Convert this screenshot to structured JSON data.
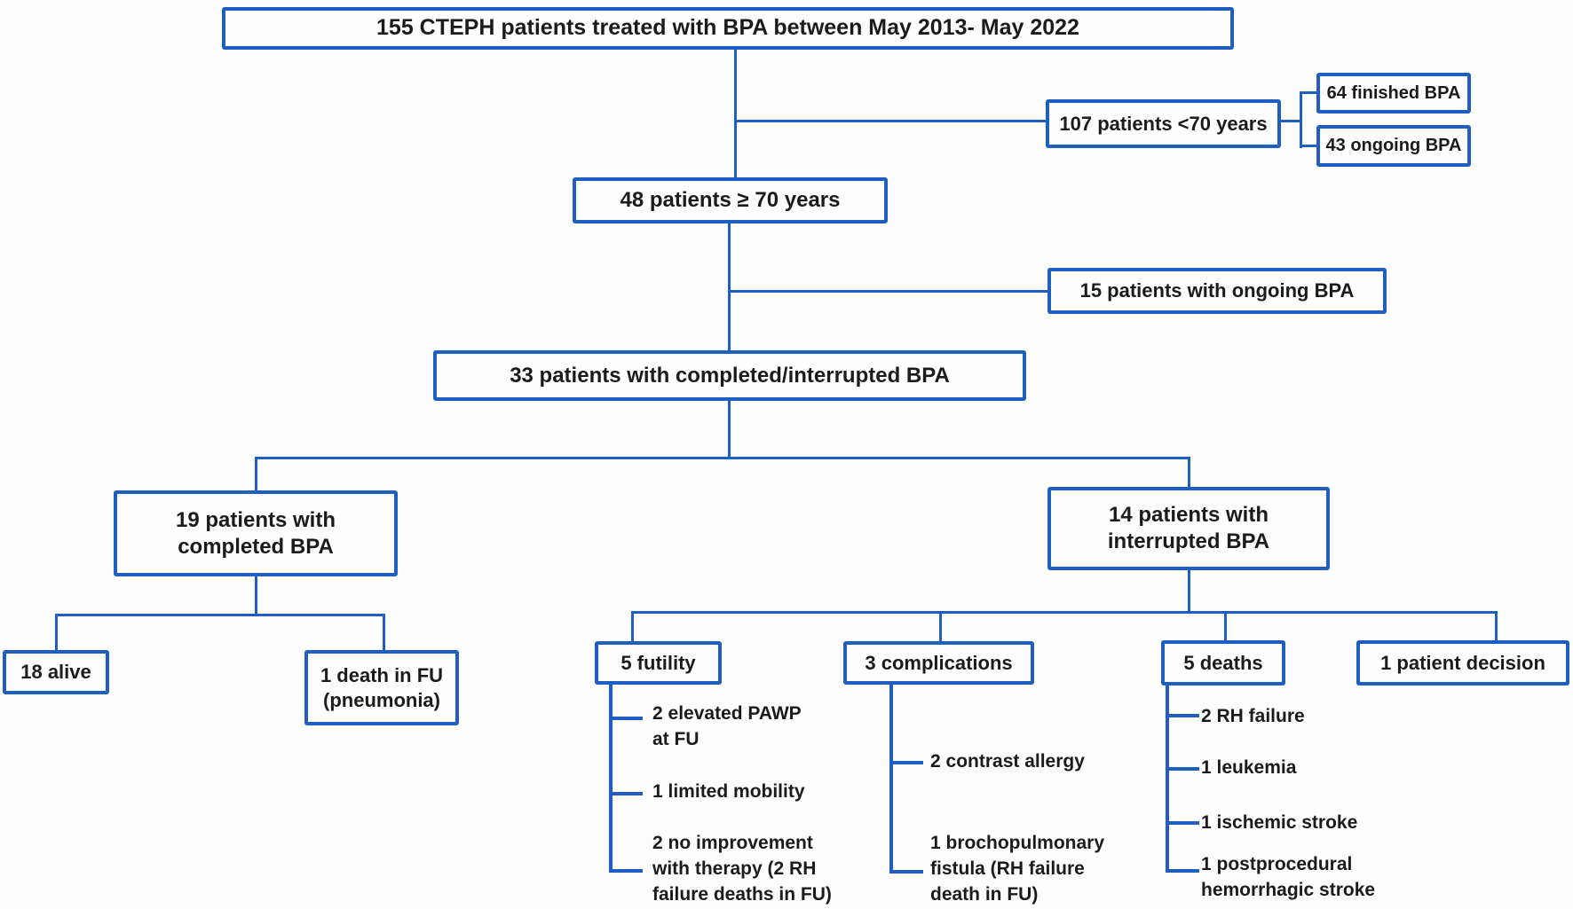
{
  "colors": {
    "accent_blue": "#1f5fc1",
    "text": "#1b1b1b",
    "background": "#fdfdfd"
  },
  "flowchart": {
    "root": {
      "label": "155 CTEPH patients treated with BPA between May 2013- May 2022"
    },
    "under_70": {
      "label": "107 patients <70 years",
      "children": [
        {
          "label": "64 finished BPA"
        },
        {
          "label": "43 ongoing BPA"
        }
      ]
    },
    "age_70_plus": {
      "label": "48 patients ≥ 70 years"
    },
    "ongoing_bpa": {
      "label": "15 patients with ongoing BPA"
    },
    "completed_or_interrupted": {
      "label": "33 patients with completed/interrupted BPA"
    },
    "completed_bpa": {
      "label": "19 patients with\ncompleted BPA"
    },
    "alive": {
      "label": "18 alive"
    },
    "death_in_fu": {
      "label": "1 death in FU\n(pneumonia)"
    },
    "interrupted_bpa": {
      "label": "14 patients with\ninterrupted BPA"
    },
    "futility": {
      "label": "5 futility",
      "items": [
        "2 elevated PAWP\nat FU",
        "1 limited mobility",
        "2 no improvement\nwith therapy (2 RH\nfailure deaths in FU)"
      ]
    },
    "complications": {
      "label": "3 complications",
      "items": [
        "2 contrast allergy",
        "1 brochopulmonary\nfistula (RH failure\ndeath in FU)"
      ]
    },
    "deaths": {
      "label": "5 deaths",
      "items": [
        "2 RH failure",
        "1 leukemia",
        "1 ischemic stroke",
        "1 postprocedural\nhemorrhagic stroke"
      ]
    },
    "patient_decision": {
      "label": "1 patient decision"
    }
  }
}
